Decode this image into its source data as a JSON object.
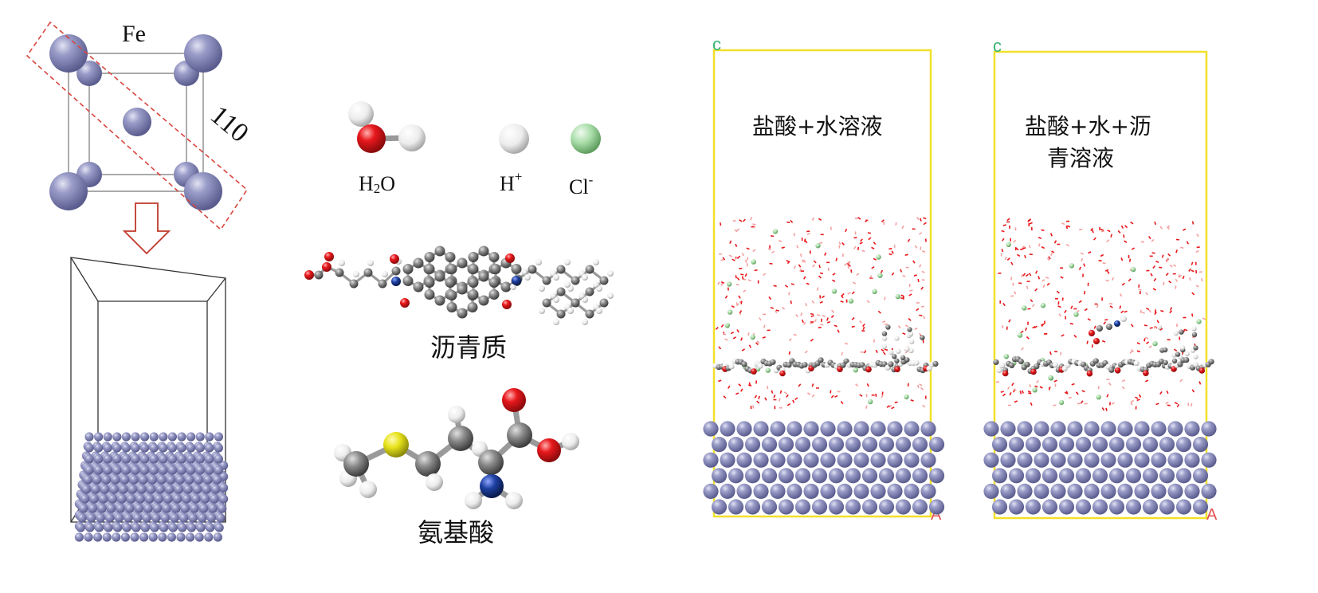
{
  "figure": {
    "fe_label": "Fe",
    "plane_label": "110",
    "molecules": {
      "water_label_main": "H",
      "water_label_sub": "2",
      "water_label_tail": "O",
      "proton_label_main": "H",
      "proton_label_sup": "+",
      "chloride_label_main": "Cl",
      "chloride_label_sup": "-",
      "asphaltene_label": "沥青质",
      "amino_acid_label": "氨基酸"
    },
    "box1": {
      "title_line1": "盐酸+水溶液",
      "title_line2": "",
      "axis_c": "c",
      "axis_a": "A"
    },
    "box2": {
      "title_line1": "盐酸+水+沥",
      "title_line2": "青溶液",
      "axis_c": "c",
      "axis_a": "A"
    }
  },
  "colors": {
    "fe_atom": "#7d7fb2",
    "oxygen": "#e8181c",
    "hydrogen": "#f2f2f2",
    "chlorine": "#a8dca8",
    "carbon": "#8a8a8a",
    "nitrogen": "#1c3fa0",
    "sulfur": "#e6e21a",
    "box_frame": "#f2e02a",
    "plane_dash": "#d9463f",
    "arrow": "#c0392b"
  }
}
